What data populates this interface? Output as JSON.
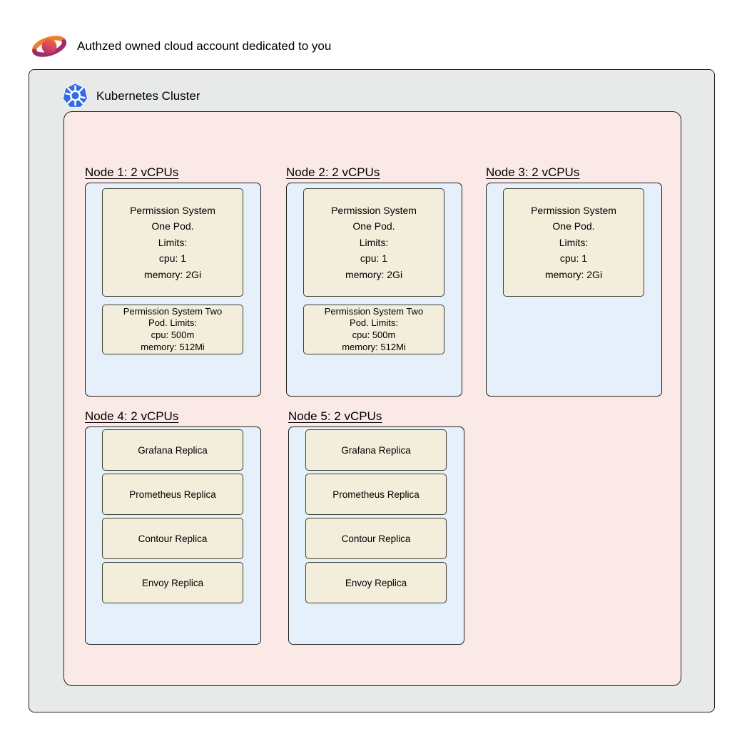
{
  "header": {
    "title": "Authzed owned cloud account dedicated to you"
  },
  "cluster": {
    "label": "Kubernetes Cluster"
  },
  "icons": [
    {
      "name": "authzed-logo-icon",
      "depicts": "Authzed planet-swirl logo"
    },
    {
      "name": "kubernetes-icon",
      "depicts": "Kubernetes blue heptagon helm wheel"
    }
  ],
  "colors": {
    "cloud_fill": "#e8eaea",
    "cluster_fill": "#fbe9e7",
    "node_fill": "#e6f0fb",
    "pod_fill": "#f2eedb",
    "line": "#1f1f1f",
    "k8s_blue": "#326CE5"
  },
  "nodes": [
    {
      "label": "Node 1: 2 vCPUs",
      "pods": [
        {
          "text": "Permission System\nOne Pod.\nLimits:\ncpu: 1\nmemory: 2Gi"
        },
        {
          "text": "Permission System Two\nPod. Limits:\ncpu: 500m\nmemory: 512Mi"
        }
      ]
    },
    {
      "label": "Node 2: 2 vCPUs",
      "pods": [
        {
          "text": "Permission System\nOne Pod.\nLimits:\ncpu: 1\nmemory: 2Gi"
        },
        {
          "text": "Permission System Two\nPod. Limits:\ncpu: 500m\nmemory: 512Mi"
        }
      ]
    },
    {
      "label": "Node 3: 2 vCPUs",
      "pods": [
        {
          "text": "Permission System\nOne Pod.\nLimits:\ncpu: 1\nmemory: 2Gi"
        }
      ]
    },
    {
      "label": "Node 4: 2 vCPUs",
      "pods": [
        {
          "text": "Grafana Replica"
        },
        {
          "text": "Prometheus Replica"
        },
        {
          "text": "Contour Replica"
        },
        {
          "text": "Envoy Replica"
        }
      ]
    },
    {
      "label": "Node 5: 2 vCPUs",
      "pods": [
        {
          "text": "Grafana Replica"
        },
        {
          "text": "Prometheus Replica"
        },
        {
          "text": "Contour Replica"
        },
        {
          "text": "Envoy Replica"
        }
      ]
    }
  ]
}
